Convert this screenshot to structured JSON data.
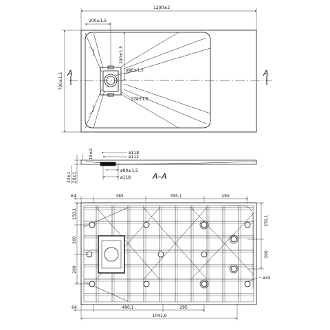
{
  "top_view": {
    "overall_width": "1200±2",
    "overall_height": "700±1,5",
    "drain_offset_x": "200±1,5",
    "drain_offset_y": "200±1,5",
    "drain_diameter": "ø90±1,5",
    "drain_size": "124±1,5",
    "section_label": "A"
  },
  "section_view": {
    "label": "A–A",
    "rim_height": "15±2",
    "total_height_1": "32±1",
    "total_height_2": "26±1",
    "dia_outer_1": "ø118",
    "dia_inner": "ø112",
    "dia_drain": "ø90±1,5",
    "dia_outer_2": "ø118"
  },
  "bottom_view": {
    "top_dims": [
      "64",
      "385",
      "395,1",
      "290"
    ],
    "left_dims": [
      "150,1",
      "200",
      "200"
    ],
    "right_dims": [
      "250,1",
      "200"
    ],
    "hole_dia": "ø32",
    "bottom_dims": [
      "64",
      "490,1",
      "295",
      "1041,9"
    ]
  }
}
